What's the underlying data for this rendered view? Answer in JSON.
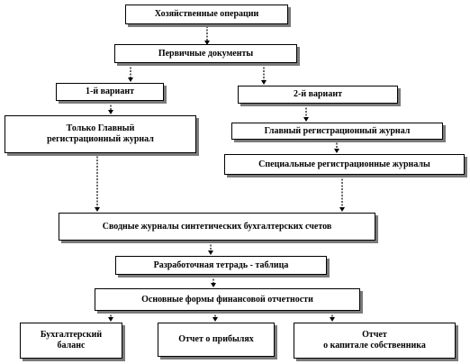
{
  "nodes": {
    "transactions": "Хозяйственные операции",
    "primary_docs": "Первичные документы",
    "variant_1": "1-й вариант",
    "variant_2": "2-й вариант",
    "main_journal_only": "Только Главный\nрегистрационный журнал",
    "main_journal": "Главный регистрационный журнал",
    "special_journals": "Специальные регистрационные журналы",
    "summary_journals": "Сводные журналы синтетических бухгалтерских счетов",
    "worksheet": "Разработочная тетрадь - таблица",
    "main_forms": "Основные формы финансовой отчетности",
    "balance_sheet": "Бухгалтерский\nбаланс",
    "income_statement": "Отчет о прибылях",
    "equity_statement": "Отчет\nо капитале собственника"
  },
  "colors": {
    "border": "#000000",
    "shadow": "#7a7a7a",
    "background": "#ffffff",
    "text": "#000000"
  }
}
